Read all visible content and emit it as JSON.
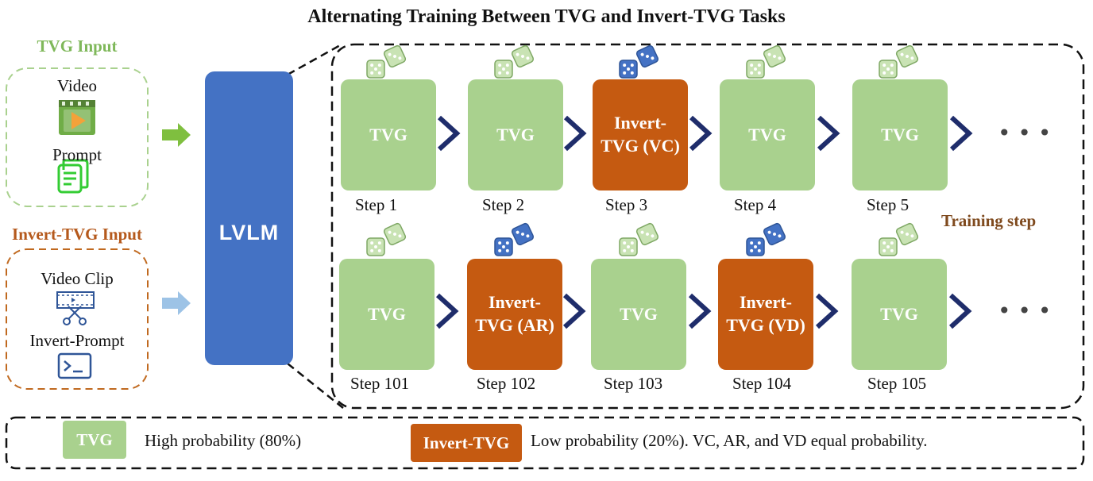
{
  "title": "Alternating Training Between TVG and Invert-TVG Tasks",
  "tvg_input": {
    "title": "TVG Input",
    "video_label": "Video",
    "prompt_label": "Prompt"
  },
  "invert_input": {
    "title": "Invert-TVG Input",
    "clip_label": "Video Clip",
    "prompt_label": "Invert-Prompt"
  },
  "model": {
    "label": "LVLM"
  },
  "training_step_label": "Training step",
  "ellipsis": "• • •",
  "row1": [
    {
      "task": "TVG",
      "step": "Step 1",
      "kind": "tvg"
    },
    {
      "task": "TVG",
      "step": "Step 2",
      "kind": "tvg"
    },
    {
      "task": "Invert-TVG (VC)",
      "step": "Step 3",
      "kind": "inv"
    },
    {
      "task": "TVG",
      "step": "Step 4",
      "kind": "tvg"
    },
    {
      "task": "TVG",
      "step": "Step 5",
      "kind": "tvg"
    }
  ],
  "row2": [
    {
      "task": "TVG",
      "step": "Step 101",
      "kind": "tvg"
    },
    {
      "task": "Invert-TVG (AR)",
      "step": "Step 102",
      "kind": "inv"
    },
    {
      "task": "TVG",
      "step": "Step 103",
      "kind": "tvg"
    },
    {
      "task": "Invert-TVG (VD)",
      "step": "Step 104",
      "kind": "inv"
    },
    {
      "task": "TVG",
      "step": "Step 105",
      "kind": "tvg"
    }
  ],
  "legend": {
    "tvg_chip": "TVG",
    "tvg_desc": "High probability (80%)",
    "inv_chip": "Invert-TVG",
    "inv_desc": "Low probability (20%). VC, AR, and VD equal probability."
  },
  "colors": {
    "tvg": "#a9d18e",
    "invert": "#c55a11",
    "lvlm": "#4472c4",
    "chevron": "#1f2d6b",
    "green_dice": "#a9d18e",
    "blue_dice": "#4472c4"
  },
  "icons": {
    "video": "video-play-icon",
    "prompt": "document-copy-icon",
    "clip": "film-scissors-icon",
    "invert_prompt": "terminal-icon",
    "fire": "fire-icon",
    "logo": "star-logo-icon",
    "dice": "dice-icon",
    "arrow": "chevron-right-icon"
  }
}
